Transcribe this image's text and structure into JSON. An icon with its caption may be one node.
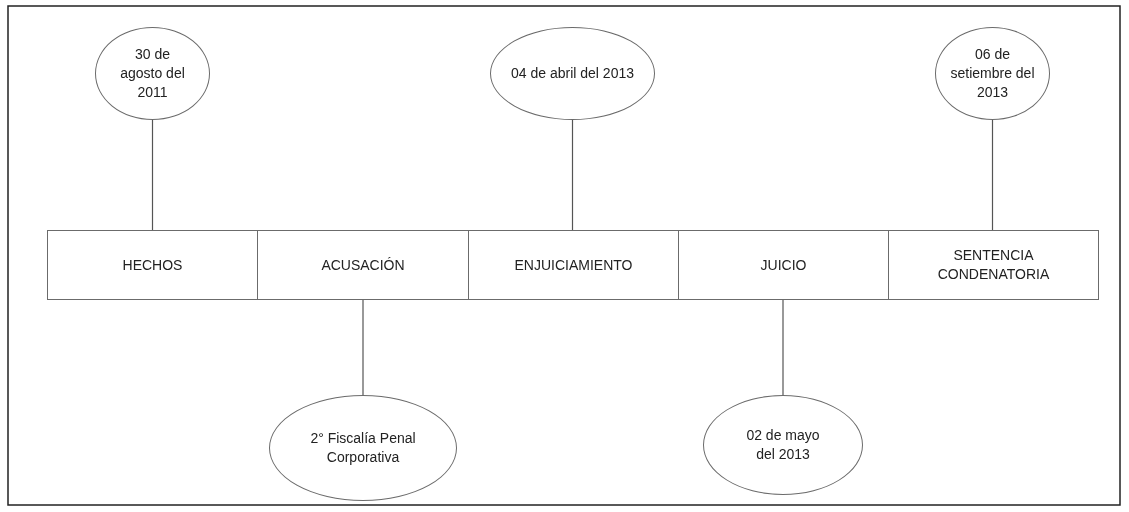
{
  "diagram": {
    "nodes": [
      {
        "text": [
          "30 de agosto del 2011"
        ]
      },
      {
        "text": [
          "04 de abril del 2013"
        ]
      },
      {
        "text": [
          "06 de setiembre del 2013"
        ]
      },
      {
        "text": [
          "HECHOS"
        ]
      },
      {
        "text": [
          "ACUSACIÓN"
        ]
      },
      {
        "text": [
          "ENJUICIAMIENTO"
        ]
      },
      {
        "text": [
          "JUICIO"
        ]
      },
      {
        "text": [
          "SENTENCIA CONDENATORIA"
        ]
      },
      {
        "text": [
          "2° Fiscalía Penal Corporativa"
        ]
      },
      {
        "text": [
          "02 de mayo del 2013"
        ]
      }
    ],
    "edges": [
      {
        "from": 0,
        "to": 3,
        "arrow": "none"
      },
      {
        "from": 1,
        "to": 5,
        "arrow": "none"
      },
      {
        "from": 2,
        "to": 7,
        "arrow": "none"
      },
      {
        "from": 4,
        "to": 8,
        "arrow": "none"
      },
      {
        "from": 6,
        "to": 9,
        "arrow": "none"
      }
    ]
  }
}
